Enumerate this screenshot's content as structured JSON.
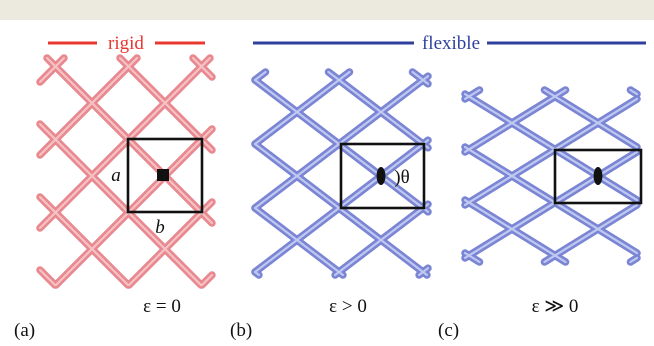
{
  "header": {
    "rigid_label": "rigid",
    "flexible_label": "flexible",
    "rigid_color": "#e8382f",
    "flexible_color": "#2e3f9e"
  },
  "panels": [
    {
      "id": "a",
      "panel_label": "(a)",
      "strain_label": "ε = 0",
      "tube_color": "#e8888f",
      "tube_highlight": "#f6c2c5"
    },
    {
      "id": "b",
      "panel_label": "(b)",
      "strain_label": "ε > 0",
      "tube_color": "#7a86d4",
      "tube_highlight": "#c0c8f2"
    },
    {
      "id": "c",
      "panel_label": "(c)",
      "strain_label": "ε ≫ 0",
      "tube_color": "#7a86d4",
      "tube_highlight": "#c0c8f2"
    }
  ],
  "annotations": {
    "lattice_a": "a",
    "lattice_b": "b",
    "angle": ")θ"
  }
}
